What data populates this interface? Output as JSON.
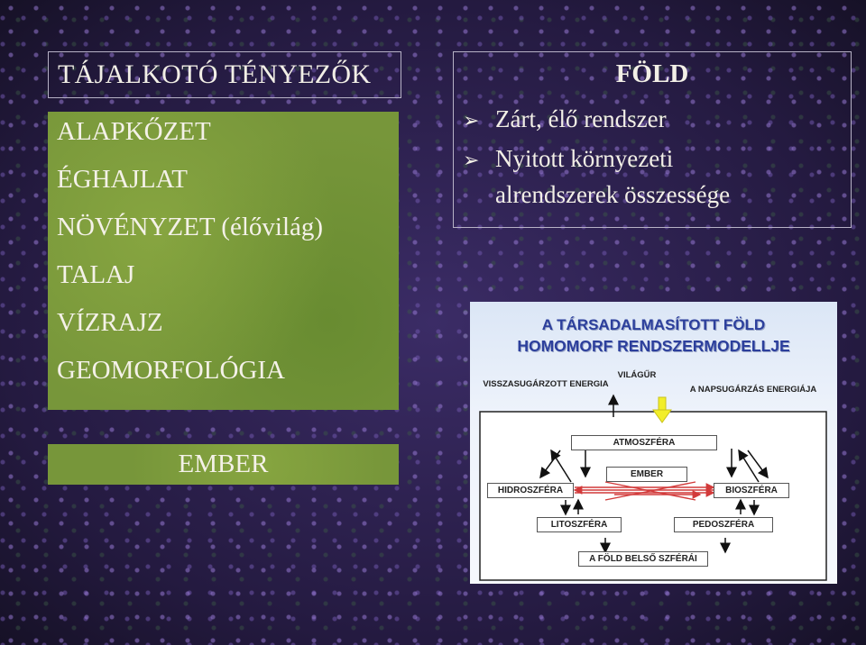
{
  "left_panel": {
    "title": "TÁJALKOTÓ TÉNYEZŐK",
    "factors": [
      "ALAPKŐZET",
      "ÉGHAJLAT",
      "NÖVÉNYZET (élővilág)",
      "TALAJ",
      "VÍZRAJZ",
      "GEOMORFOLÓGIA"
    ],
    "human": "EMBER"
  },
  "fold_box": {
    "title": "FÖLD",
    "bullets": [
      "Zárt, élő rendszer",
      "Nyitott környezeti"
    ],
    "bullet2_cont": "alrendszerek összessége"
  },
  "model": {
    "title_line1": "A TÁRSADALMASÍTOTT FÖLD",
    "title_line2": "HOMOMORF RENDSZERMODELLJE",
    "label_return_energy": "VISSZASUGÁRZOTT ENERGIA",
    "label_space": "VILÁGŰR",
    "label_solar": "A NAPSUGÁRZÁS ENERGIÁJA",
    "nodes": {
      "atmosphere": "ATMOSZFÉRA",
      "human": "EMBER",
      "hydrosphere": "HIDROSZFÉRA",
      "biosphere": "BIOSZFÉRA",
      "lithosphere": "LITOSZFÉRA",
      "pedosphere": "PEDOSZFÉRA",
      "inner": "A FÖLD BELSŐ SZFÉRÁI"
    }
  },
  "colors": {
    "green_box": "#77963a",
    "title_blue": "#2c3f9c",
    "solar_arrow": "#f2ee2a",
    "red_links": "#d23a3a"
  }
}
